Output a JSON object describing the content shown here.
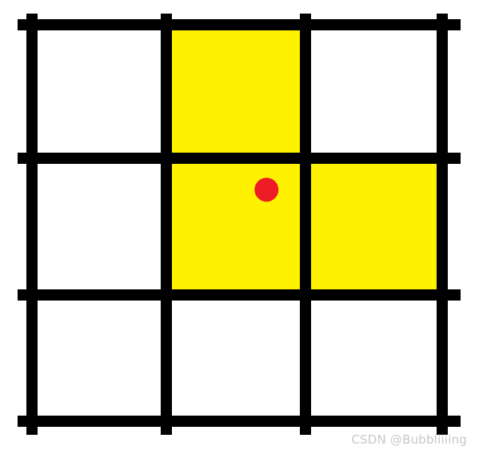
{
  "grid": {
    "rows": 3,
    "cols": 3,
    "line_color": "#000000",
    "background_color": "#ffffff",
    "highlight_color": "#fff200",
    "highlighted_cells": [
      {
        "row": 0,
        "col": 1
      },
      {
        "row": 1,
        "col": 1
      },
      {
        "row": 1,
        "col": 2
      }
    ],
    "marker": {
      "color": "#ee1c24",
      "shape": "dot",
      "cell": {
        "row": 1,
        "col": 1
      }
    }
  },
  "watermark": {
    "text": "CSDN @Bubbliiiing"
  }
}
